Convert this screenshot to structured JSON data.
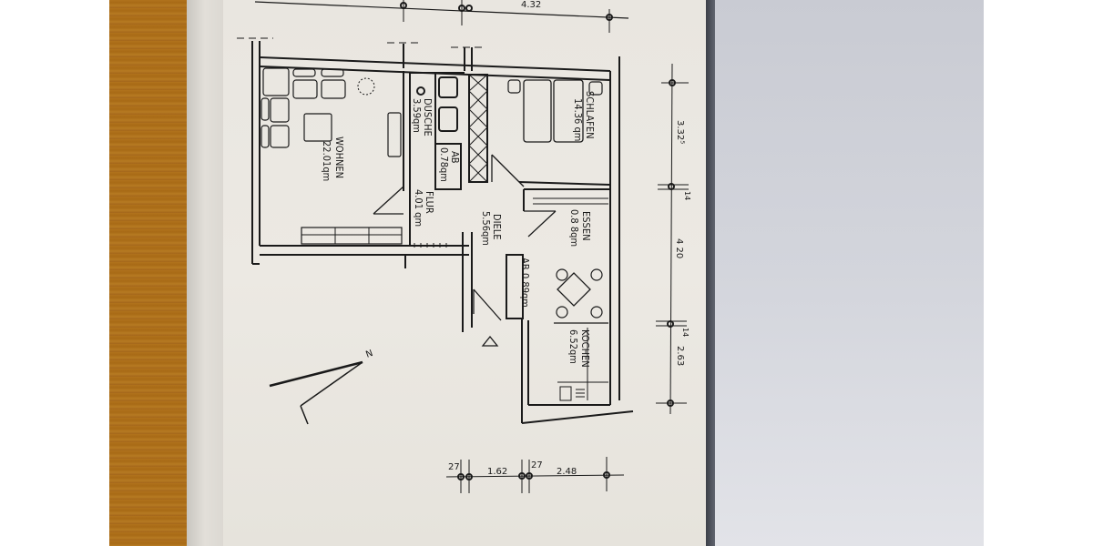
{
  "document": {
    "type": "floor plan photograph",
    "rooms": [
      {
        "name": "WOHNEN",
        "area": "22.01qm"
      },
      {
        "name": "DUSCHE",
        "area": "3.59qm"
      },
      {
        "name": "AB",
        "area": "0.78qm"
      },
      {
        "name": "FLUR",
        "area": "4.01 qm"
      },
      {
        "name": "DIELE",
        "area": "5.56qm"
      },
      {
        "name": "SCHLAFEN",
        "area": "14.36 qm"
      },
      {
        "name": "ESSEN",
        "area": "0.8 8qm"
      },
      {
        "name": "AB",
        "area": "0.89qm"
      },
      {
        "name": "KOCHEN",
        "area": "6.52qm"
      }
    ],
    "dimensions": {
      "top": [
        "4.32"
      ],
      "right": [
        "3.32⁵",
        "14",
        "4 20",
        "14",
        "2.63"
      ],
      "bottom": [
        "27",
        "1.62",
        "27",
        "2.48"
      ]
    },
    "north_arrow": {
      "label": "N"
    },
    "entrance_marker": "△"
  },
  "colors": {
    "wood": "#a86a16",
    "paper": "#ebe8e2",
    "ink": "#1a1a1a",
    "back_paper": "#d1d3da"
  }
}
